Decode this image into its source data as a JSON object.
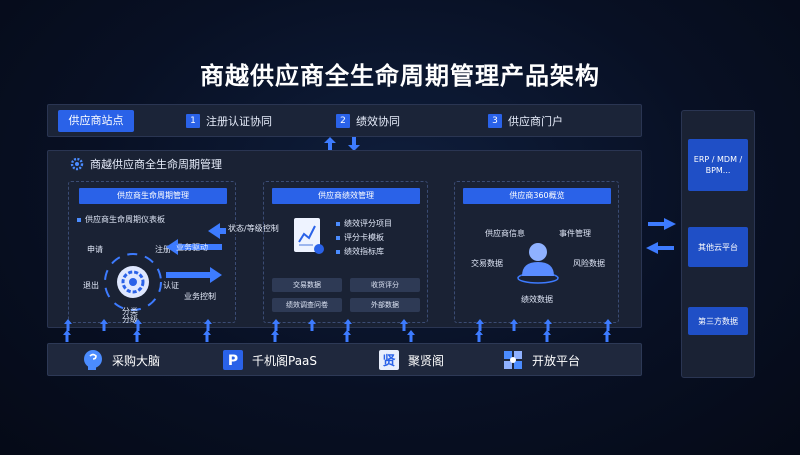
{
  "title": "商越供应商全生命周期管理产品架构",
  "topbar": {
    "portal_label": "供应商站点",
    "steps": [
      {
        "num": "1",
        "label": "注册认证协同"
      },
      {
        "num": "2",
        "label": "绩效协同"
      },
      {
        "num": "3",
        "label": "供应商门户"
      }
    ]
  },
  "main": {
    "heading": "商越供应商全生命周期管理",
    "lifecycle": {
      "title": "供应商生命周期管理",
      "dashboard": "供应商生命周期仪表板",
      "stages": [
        "申请",
        "注册",
        "认证",
        "分类分级",
        "退出"
      ],
      "arrows": [
        "业务驱动",
        "业务控制"
      ]
    },
    "middle_flow": "状态/等级控制",
    "performance": {
      "title": "供应商绩效管理",
      "items": [
        "绩效评分项目",
        "评分卡模板",
        "绩效指标库"
      ],
      "pills": [
        "交易数据",
        "收货评分",
        "绩效调查问卷",
        "外部数据"
      ]
    },
    "overview": {
      "title": "供应商360概览",
      "labels": [
        "供应商信息",
        "事件管理",
        "交易数据",
        "风险数据",
        "绩效数据"
      ]
    }
  },
  "bottombar": {
    "items": [
      "采购大脑",
      "千机阁PaaS",
      "聚贤阁",
      "开放平台"
    ],
    "icon_chars": [
      "P",
      "贤"
    ]
  },
  "right": {
    "boxes": [
      "ERP / MDM / BPM...",
      "其他云平台",
      "第三方数据"
    ]
  },
  "colors": {
    "accent": "#2a62e8",
    "panel": "#1a2234",
    "arrow": "#3d7bff"
  }
}
